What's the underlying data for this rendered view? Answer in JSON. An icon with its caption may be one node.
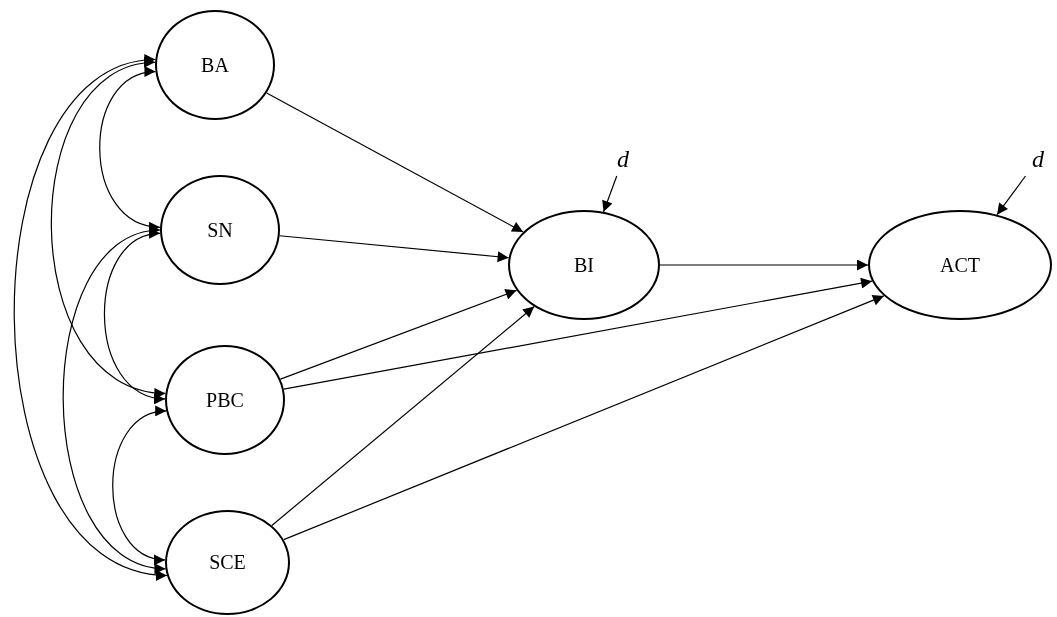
{
  "diagram": {
    "nodes": [
      {
        "text": [
          "BA"
        ]
      },
      {
        "text": [
          "SN"
        ]
      },
      {
        "text": [
          "PBC"
        ]
      },
      {
        "text": [
          "SCE"
        ]
      },
      {
        "text": [
          "BI"
        ]
      },
      {
        "text": [
          "ACT"
        ]
      },
      {
        "text": [
          "d"
        ]
      },
      {
        "text": [
          "d"
        ]
      }
    ],
    "edges": [
      {
        "from": 0,
        "to": 4,
        "arrow": "to"
      },
      {
        "from": 1,
        "to": 4,
        "arrow": "to"
      },
      {
        "from": 2,
        "to": 4,
        "arrow": "to"
      },
      {
        "from": 3,
        "to": 4,
        "arrow": "to"
      },
      {
        "from": 4,
        "to": 5,
        "arrow": "to"
      },
      {
        "from": 2,
        "to": 5,
        "arrow": "to"
      },
      {
        "from": 3,
        "to": 5,
        "arrow": "to"
      },
      {
        "from": 6,
        "to": 4,
        "arrow": "to"
      },
      {
        "from": 7,
        "to": 5,
        "arrow": "to"
      },
      {
        "from": 0,
        "to": 1,
        "arrow": "both"
      },
      {
        "from": 1,
        "to": 2,
        "arrow": "both"
      },
      {
        "from": 2,
        "to": 3,
        "arrow": "both"
      },
      {
        "from": 0,
        "to": 2,
        "arrow": "both"
      },
      {
        "from": 1,
        "to": 3,
        "arrow": "both"
      },
      {
        "from": 0,
        "to": 3,
        "arrow": "both"
      }
    ]
  }
}
